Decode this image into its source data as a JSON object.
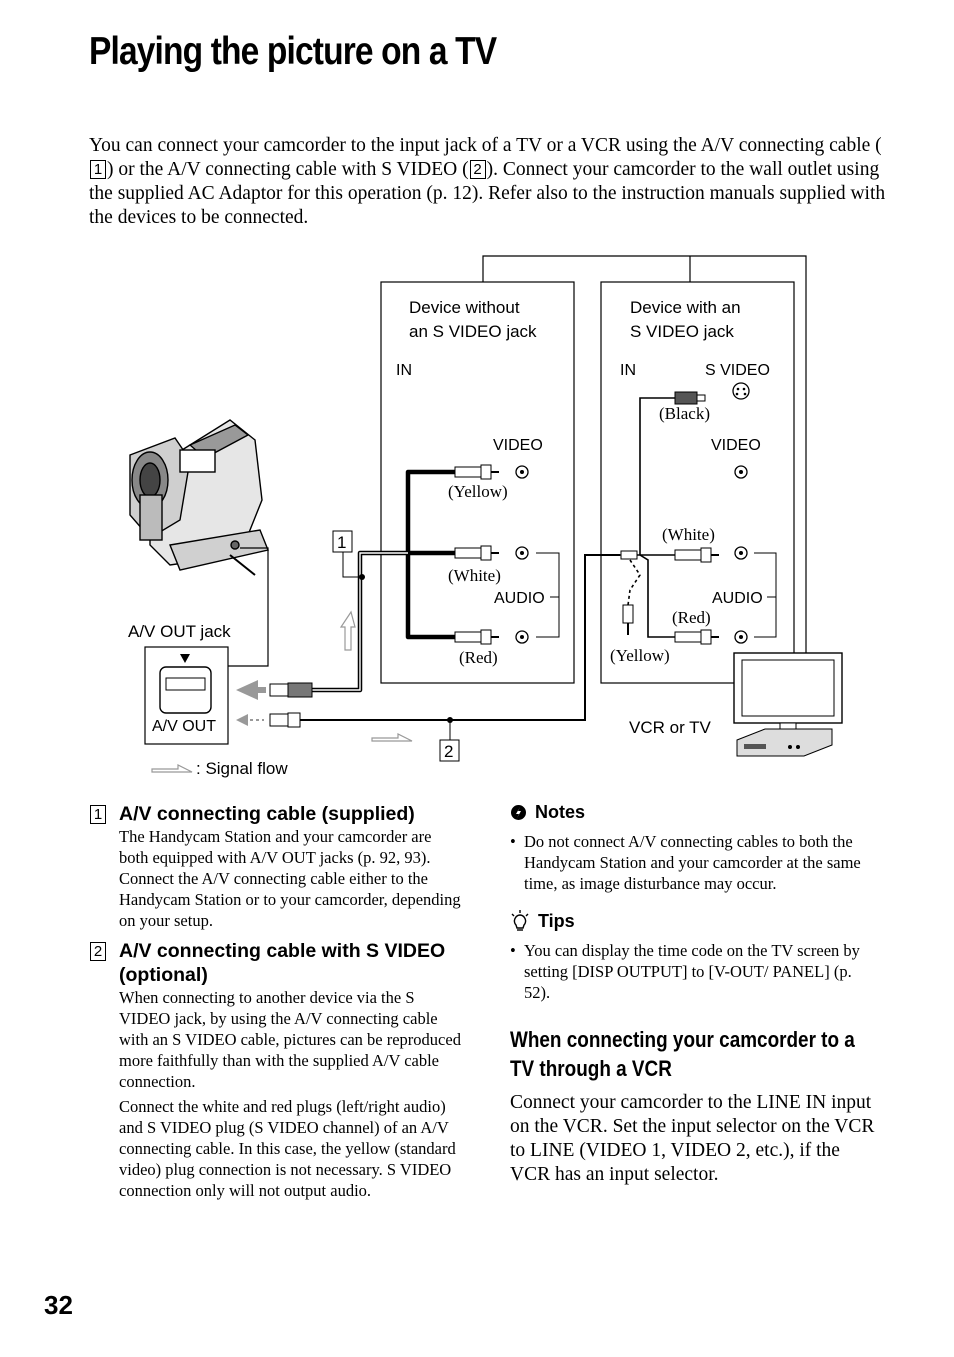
{
  "title": "Playing the picture on a TV",
  "intro": {
    "p1": "You can connect your camcorder to the input jack of a TV or a VCR using the A/V connecting cable (",
    "n1": "1",
    "p2": ") or the A/V connecting cable with S VIDEO (",
    "n2": "2",
    "p3": "). Connect your camcorder to the wall outlet using the supplied AC Adaptor for this operation (p. 12). Refer also to the instruction manuals supplied with the devices to be connected."
  },
  "diagram": {
    "device_no_svideo_l1": "Device without",
    "device_no_svideo_l2": "an S VIDEO jack",
    "device_svideo_l1": "Device with an",
    "device_svideo_l2": "S VIDEO jack",
    "in_left": "IN",
    "in_right": "IN",
    "s_video": "S VIDEO",
    "video_left": "VIDEO",
    "video_right": "VIDEO",
    "audio_left": "AUDIO",
    "audio_right": "AUDIO",
    "black": "(Black)",
    "yellow_left": "(Yellow)",
    "white_left": "(White)",
    "red_left": "(Red)",
    "white_right": "(White)",
    "red_right": "(Red)",
    "yellow_right": "(Yellow)",
    "av_out_jack": "A/V OUT jack",
    "av_out": "A/V OUT",
    "vcr_or_tv": "VCR or TV",
    "signal_flow": ": Signal flow",
    "marker1": "1",
    "marker2": "2"
  },
  "items": [
    {
      "num": "1",
      "heading": "A/V connecting cable (supplied)",
      "paras": [
        "The Handycam Station and your camcorder are both equipped with A/V OUT jacks (p. 92, 93). Connect the A/V connecting cable either to the Handycam Station or to your camcorder, depending on your setup."
      ]
    },
    {
      "num": "2",
      "heading": "A/V connecting cable with S VIDEO (optional)",
      "paras": [
        "When connecting to another device via the S VIDEO jack, by using the A/V connecting cable with an S VIDEO cable, pictures can be reproduced more faithfully than with the supplied A/V cable connection.",
        "Connect the white and red plugs (left/right audio) and S VIDEO plug (S VIDEO channel) of an A/V connecting cable. In this case, the yellow (standard video) plug connection is not necessary. S VIDEO connection only will not output audio."
      ]
    }
  ],
  "notes": {
    "heading": "Notes",
    "bullets": [
      "Do not connect A/V connecting cables to both the Handycam Station and your camcorder at the same time, as image disturbance may occur."
    ]
  },
  "tips": {
    "heading": "Tips",
    "bullets": [
      "You can display the time code on the TV screen by setting [DISP OUTPUT] to [V-OUT/ PANEL] (p. 52)."
    ]
  },
  "vcr_section": {
    "heading": "When connecting your camcorder to a TV through a VCR",
    "body": "Connect your camcorder to the LINE IN input on the VCR. Set the input selector on the VCR to LINE (VIDEO 1, VIDEO 2, etc.), if the VCR has an input selector."
  },
  "page_number": "32"
}
